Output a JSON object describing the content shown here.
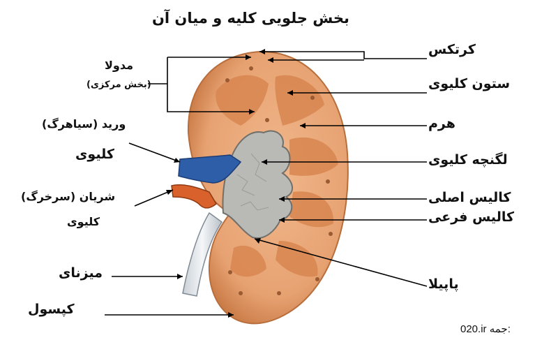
{
  "title": "بخش جلویی کلیه و میان آن",
  "labels": {
    "cortex": "کرتکس",
    "renal_column": "ستون کلیوی",
    "pyramid": "هرم",
    "renal_pelvis": "لگنچه کلیوی",
    "major_calyx": "کالیس اصلی",
    "minor_calyx": "کالیس فرعی",
    "papilla": "پاپیلا",
    "medulla": "مدولا",
    "medulla_sub": "(بخش مرکزی)",
    "renal_vein_1": "ورید (سیاهرگ)",
    "renal_vein_2": "کلیوی",
    "renal_artery_1": "شریان (سرخرگ)",
    "renal_artery_2": "کلیوی",
    "ureter": "میزنای",
    "capsule": "کپسول"
  },
  "credit": {
    "prefix": "جمه:",
    "site": "020.ir"
  },
  "colors": {
    "cortex": "#e8a777",
    "pyramid": "#d98a55",
    "pelvis": "#b7b7b5",
    "vein": "#2f5ea8",
    "artery": "#d9622c",
    "ureter": "#e6eaee"
  }
}
